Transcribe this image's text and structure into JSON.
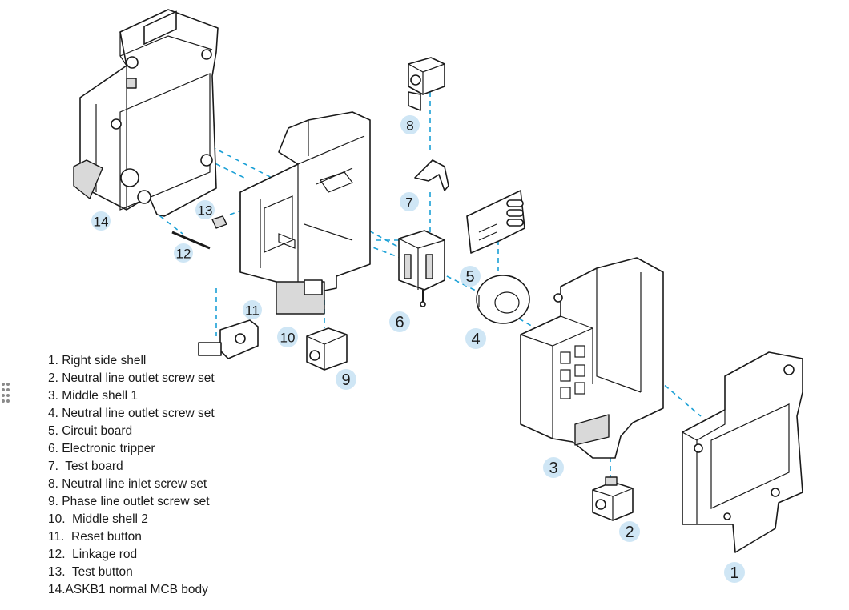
{
  "colors": {
    "dash_line": "#1aa0d6",
    "badge_fill": "#cfe6f5",
    "outline": "#1a1a1a"
  },
  "icons": {
    "drag_handle": "drag-handle-dots-icon"
  },
  "badges": {
    "b1": "1",
    "b2": "2",
    "b3": "3",
    "b4": "4",
    "b5": "5",
    "b6": "6",
    "b7": "7",
    "b8": "8",
    "b9": "9",
    "b10": "10",
    "b11": "11",
    "b12": "12",
    "b13": "13",
    "b14": "14"
  },
  "legend": [
    "1. Right side shell",
    "2. Neutral line outlet screw set",
    "3. Middle shell 1",
    "4. Neutral line outlet screw set",
    "5. Circuit board",
    "6. Electronic tripper",
    "7.  Test board",
    "8. Neutral line inlet screw set",
    "9. Phase line outlet screw set",
    "10.  Middle shell 2",
    "11.  Reset button",
    "12.  Linkage rod",
    "13.  Test button",
    "14.ASKB1 normal MCB body"
  ]
}
